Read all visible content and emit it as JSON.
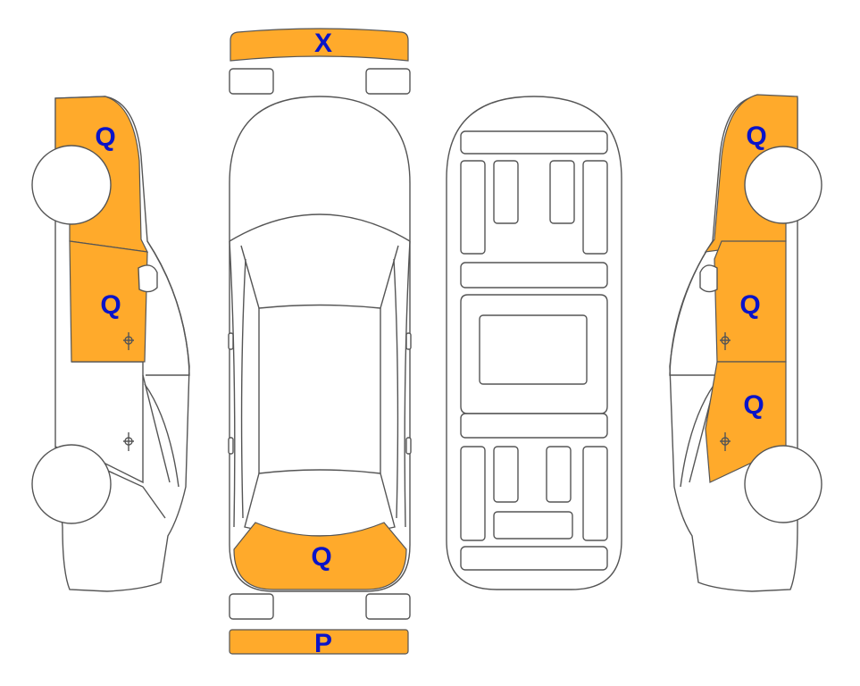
{
  "colors": {
    "damage_fill": "#FFAA2B",
    "code_text": "#0A14C8",
    "outline": "#555555"
  },
  "codes": {
    "front_bumper": "X",
    "left_front_fender": "Q",
    "left_front_door": "Q",
    "trunk_lid": "Q",
    "rear_bumper": "P",
    "right_rear_fender": "Q",
    "right_rear_door": "Q",
    "right_front_door": "Q"
  }
}
